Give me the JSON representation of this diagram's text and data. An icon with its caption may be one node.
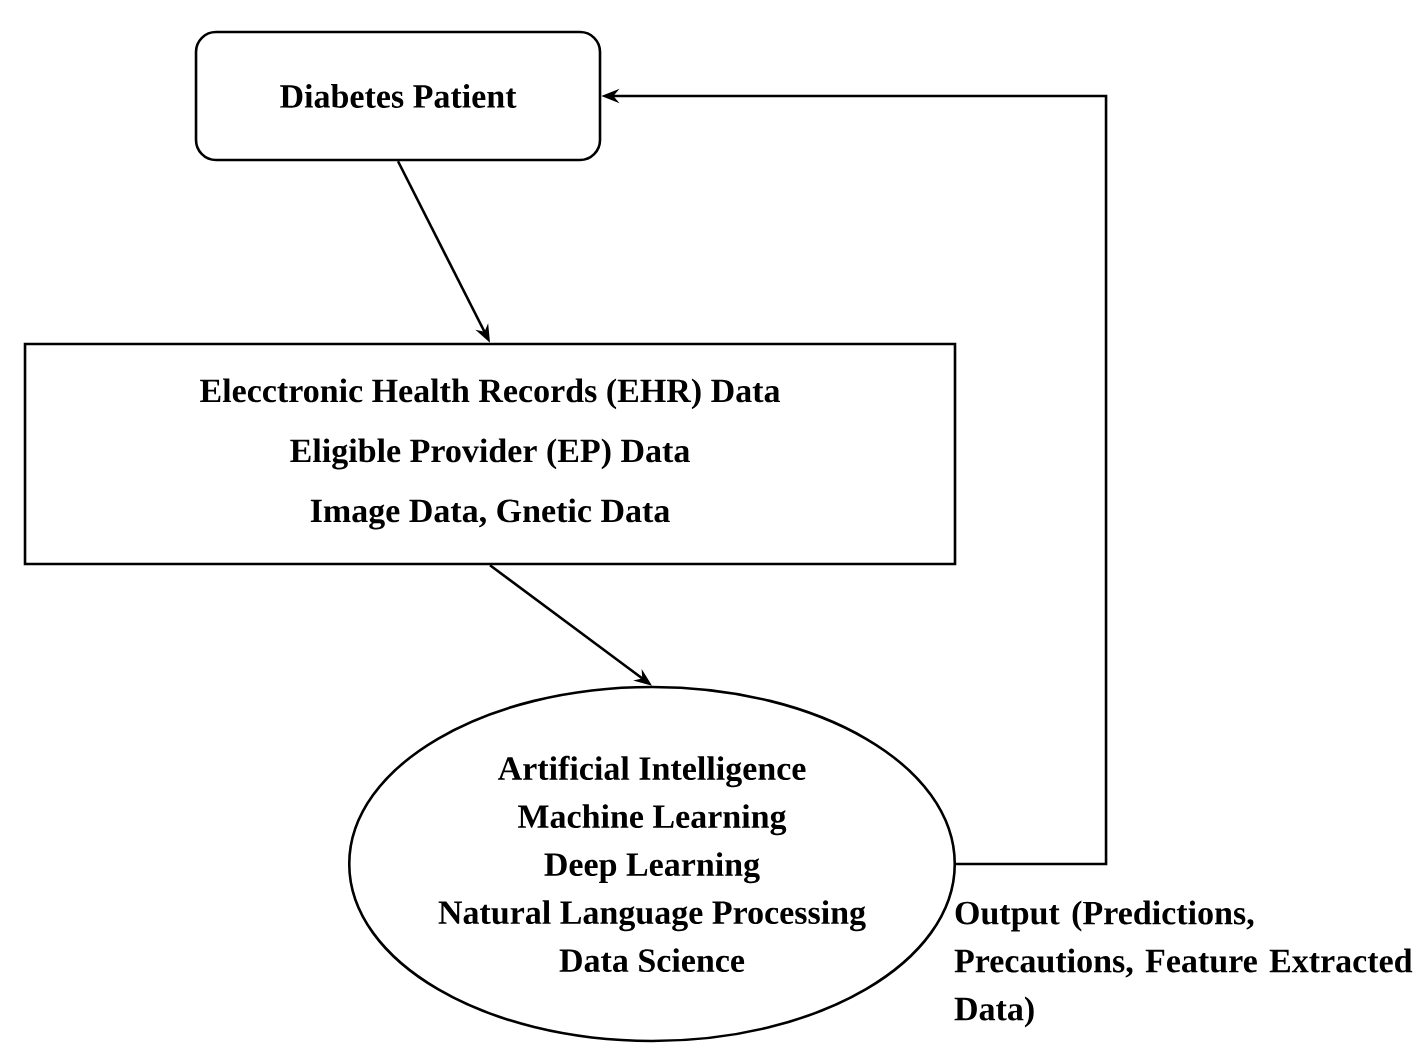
{
  "diagram": {
    "nodes": [
      {
        "text": [
          "Diabetes Patient"
        ]
      },
      {
        "text": [
          "Elecctronic Health Records (EHR) Data",
          "Eligible Provider (EP) Data",
          "Image Data, Gnetic Data"
        ]
      },
      {
        "text": [
          "Artificial Intelligence",
          "Machine Learning",
          "Deep Learning",
          "Natural Language Processing",
          "Data Science"
        ]
      }
    ],
    "edges": [
      {
        "from": 0,
        "to": 1,
        "arrow": "to"
      },
      {
        "from": 1,
        "to": 2,
        "arrow": "to"
      },
      {
        "from": 2,
        "to": 0,
        "arrow": "to",
        "label": "Output (Predictions, Precautions, Feature Extracted Data)"
      }
    ]
  }
}
